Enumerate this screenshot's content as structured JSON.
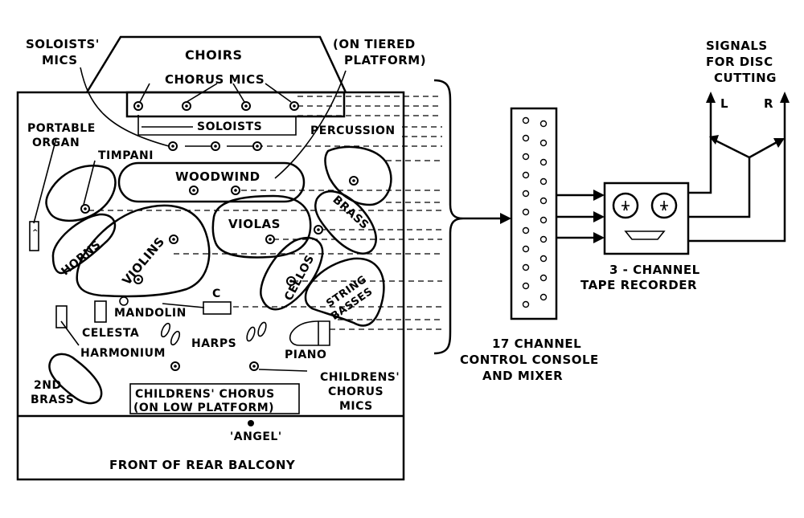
{
  "labels": {
    "soloists_mics": [
      "SOLOISTS'",
      "MICS"
    ],
    "choirs": "CHOIRS",
    "chorus_mics": "CHORUS MICS",
    "on_tiered_platform": [
      "(ON TIERED",
      "PLATFORM)"
    ],
    "soloists": "SOLOISTS",
    "percussion": "PERCUSSION",
    "portable_organ": [
      "PORTABLE",
      "ORGAN"
    ],
    "timpani": "TIMPANI",
    "woodwind": "WOODWIND",
    "brass": "BRASS",
    "violas": "VIOLAS",
    "horns": "HORNS",
    "violins": "VIOLINS",
    "cellos": "CELLOS",
    "string_basses": [
      "STRING",
      "BASSES"
    ],
    "c_marker": "C",
    "mandolin": "MANDOLIN",
    "celesta": "CELESTA",
    "harmonium": "HARMONIUM",
    "harps": "HARPS",
    "piano": "PIANO",
    "second_brass": [
      "2ND",
      "BRASS"
    ],
    "childrens_chorus": [
      "CHILDRENS' CHORUS",
      "(ON LOW PLATFORM)"
    ],
    "childrens_chorus_mics": [
      "CHILDRENS'",
      "CHORUS",
      "MICS"
    ],
    "angel": "'ANGEL'",
    "front_of_rear_balcony": "FRONT OF REAR BALCONY",
    "control_console": [
      "17 CHANNEL",
      "CONTROL CONSOLE",
      "AND MIXER"
    ],
    "tape_recorder": [
      "3 - CHANNEL",
      "TAPE RECORDER"
    ],
    "signals": [
      "SIGNALS",
      "FOR DISC",
      "CUTTING"
    ],
    "left": "L",
    "right": "R"
  }
}
